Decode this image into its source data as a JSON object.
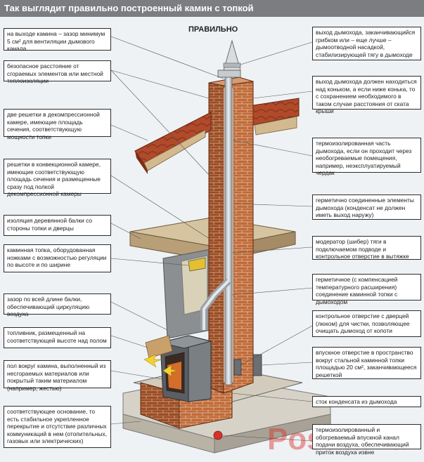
{
  "header": {
    "title": "Так выглядит правильно построенный камин с топкой"
  },
  "subtitle": "ПРАВИЛЬНО",
  "watermark": "Postila.ru",
  "colors": {
    "header_bg": "#7b7d80",
    "brick": "#c06a3a",
    "brick_dark": "#8e4320",
    "roof_tile": "#b14a2a",
    "slab": "#c9b796",
    "metal": "#c7cbcf",
    "watermark": "#d8322a"
  },
  "left_labels": [
    "на выходе камина – зазор минимум 5 см² для вентиляции дымового канала",
    "безопасное расстояние от сгораемых элементов или местной теплоизоляции",
    "две решетки в декомпрессионной камере, имеющие площадь сечения, соответствующую мощности топки",
    "решетки в конвекционной камере, имеющие соответствующую площадь сечения и размещенные сразу под полкой декомпрессионной камеры",
    "изоляция деревянной балки со стороны топки и дверцы",
    "каминная топка, оборудованная ножками с возможностью регуляции по высоте и по ширине",
    "зазор по всей длине балки, обеспечивающий циркуляцию воздуха",
    "топливник, размещенный на соответствующей высоте над полом",
    "пол вокруг камина, выполненный из несгораемых материалов или покрытый таким материалом (например, жестью)",
    "соответствующее основание, то есть стабильное укрепленное перекрытие и отсутствие различных коммуникаций в нем (отопительных, газовых или электрических)"
  ],
  "right_labels": [
    "выход дымохода, заканчивающийся грибком или – еще лучше – дымоотводной насадкой, стабилизирующей тягу в дымоходе",
    "выход дымохода должен находиться над коньком, а если ниже конька, то с сохранением необходимого в таком случае расстояния от ската крыши",
    "термоизолированная часть дымохода, если он проходит через необогреваемые помещения, например, неэксплуатируемый чердак",
    "герметично соединенные элементы дымохода (конденсат не должен иметь выход наружу)",
    "модератор (шибер) тяги в подключаемом подводе и контрольное отверстие в вытяжке",
    "герметичное (с компенсацией температурного расширения) соединение каминной топки с дымоходом",
    "контрольное отверстие с дверцей (люком) для чистки, позволяющее очищать дымоход от копоти",
    "впускное отверстие в пространство вокруг стальной каминной топки площадью 20 см², заканчивающееся решеткой",
    "сток конденсата из дымохода",
    "термоизолированный и обогреваемый впускной канал подачи воздуха, обеспечивающий приток воздуха извне"
  ]
}
